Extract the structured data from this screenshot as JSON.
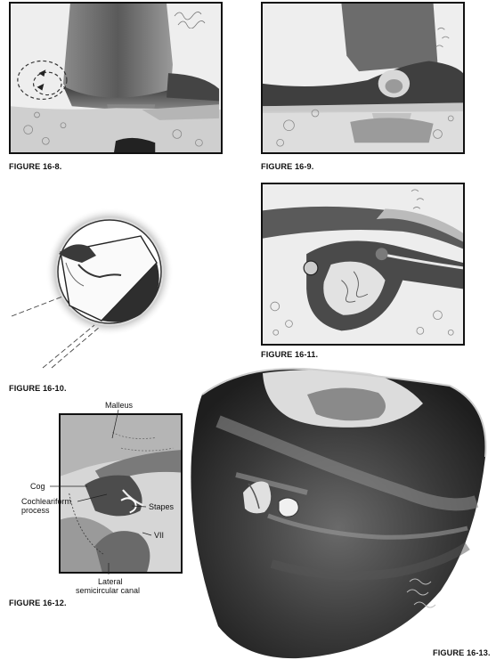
{
  "captions": {
    "fig_16_8": "FIGURE 16-8.",
    "fig_16_9": "FIGURE 16-9.",
    "fig_16_10": "FIGURE 16-10.",
    "fig_16_11": "FIGURE 16-11.",
    "fig_16_12": "FIGURE 16-12.",
    "fig_16_13": "FIGURE 16-13."
  },
  "fig_16_12_labels": {
    "malleus": "Malleus",
    "cog": "Cog",
    "cochleariform_line1": "Cochleariform",
    "cochleariform_line2": "process",
    "stapes": "Stapes",
    "vii": "VII",
    "lateral_line1": "Lateral",
    "lateral_line2": "semicircular canal"
  }
}
